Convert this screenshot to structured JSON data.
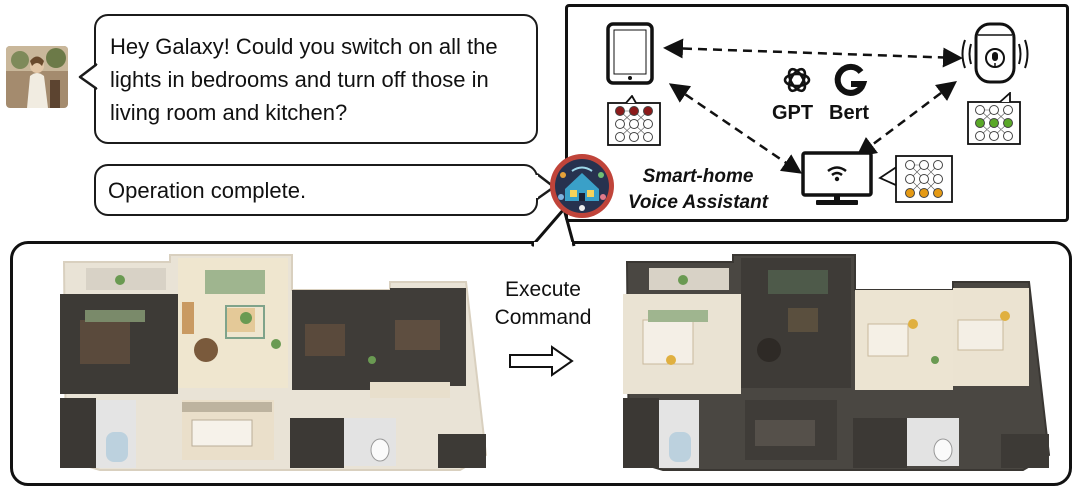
{
  "chat": {
    "user_message": "Hey Galaxy! Could you switch on all the lights in bedrooms and turn off those in living room and kitchen?",
    "assistant_reply": "Operation complete."
  },
  "assistant": {
    "name_line1": "Smart-home",
    "name_line2": "Voice Assistant"
  },
  "models": {
    "gpt_label": "GPT",
    "bert_label": "Bert",
    "gpt_icon": "openai-logo-icon",
    "bert_icon": "google-g-icon"
  },
  "devices": [
    "tablet-icon",
    "smart-speaker-icon",
    "smart-tv-icon"
  ],
  "network_colors": {
    "tablet": "#8b1a1a",
    "speaker": "#5aa828",
    "tv": "#e59a14"
  },
  "action": {
    "label_line1": "Execute",
    "label_line2": "Command"
  },
  "floorplans": {
    "before": "apartment-floorplan-before",
    "after": "apartment-floorplan-after"
  }
}
